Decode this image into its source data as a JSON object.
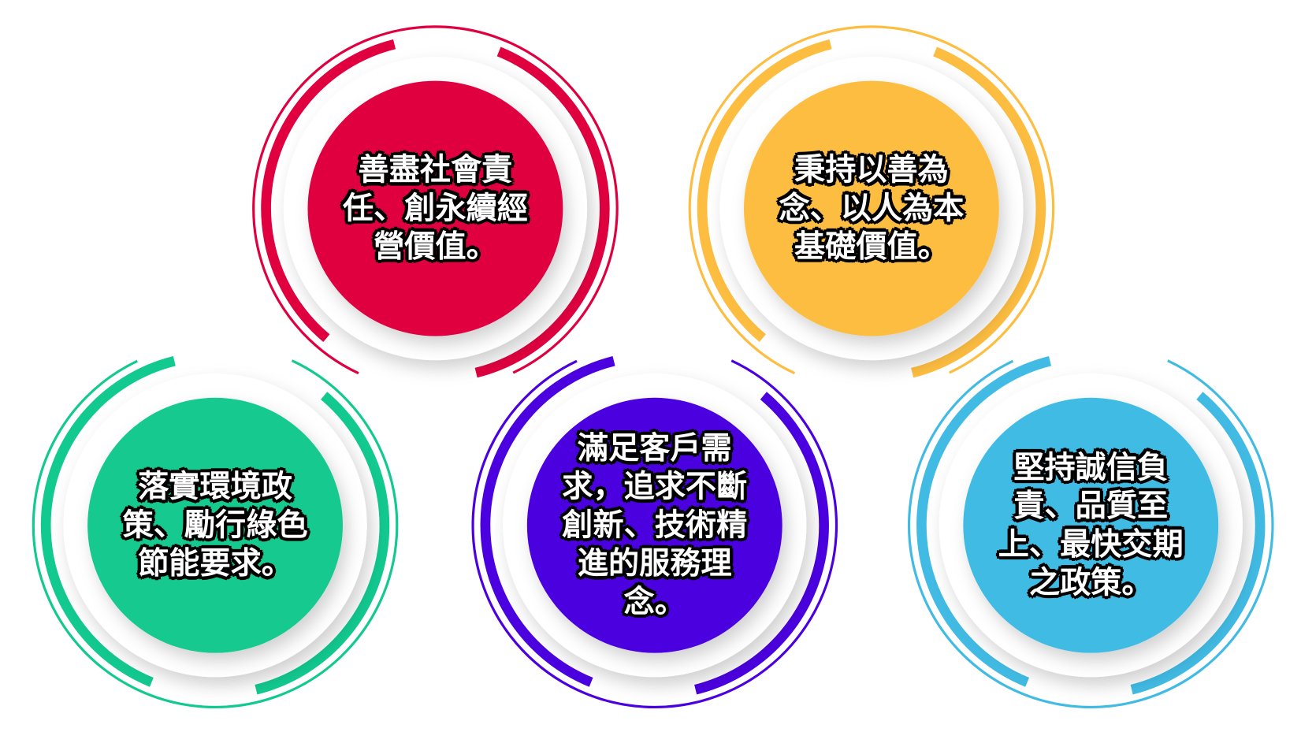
{
  "items": [
    {
      "text": "善盡社會責任、創永續經營價值。",
      "color": "#E0003F"
    },
    {
      "text": "秉持以善為念、以人為本基礎價值。",
      "color": "#FDBD40"
    },
    {
      "text": "落實環境政策、勵行綠色節能要求。",
      "color": "#12C98F"
    },
    {
      "text": "滿足客戶需求，追求不斷創新、技術精進的服務理念。",
      "color": "#4B00E0"
    },
    {
      "text": "堅持誠信負責、品質至上、最快交期之政策。",
      "color": "#41BBE4"
    }
  ]
}
